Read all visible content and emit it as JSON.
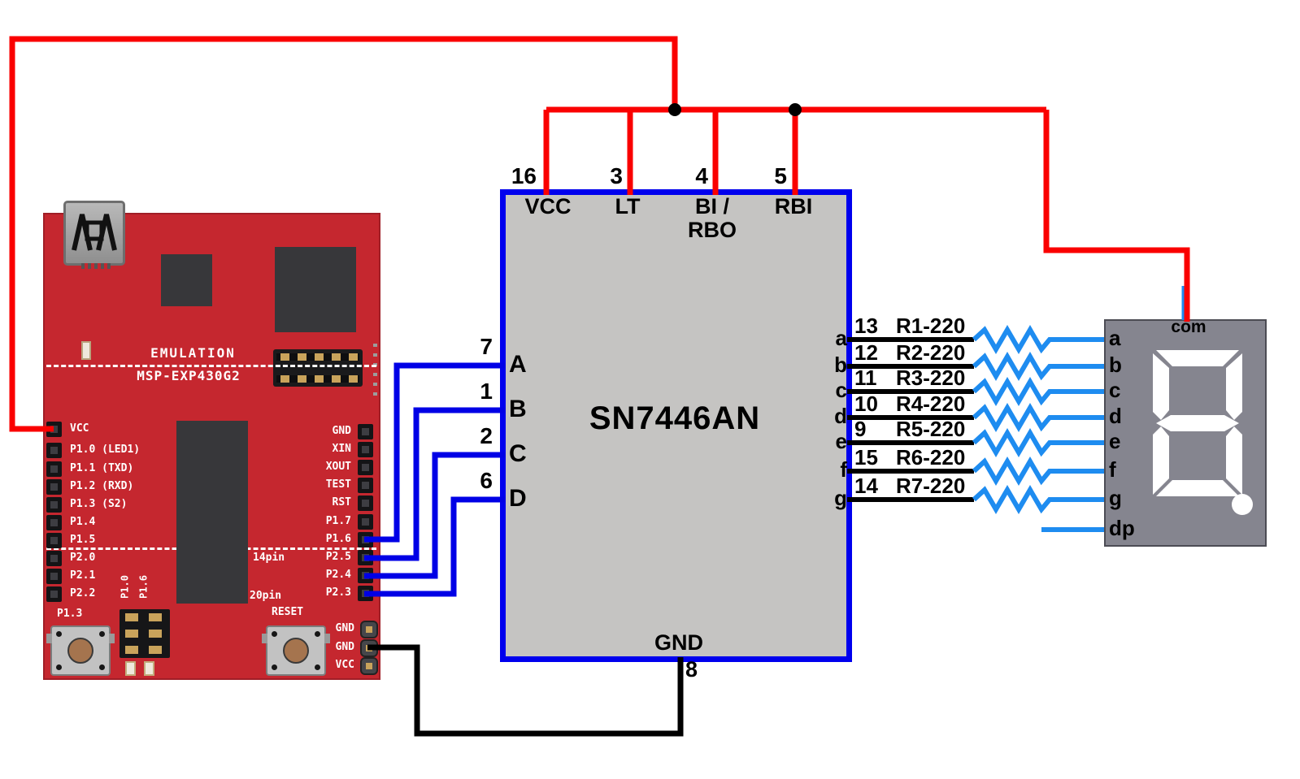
{
  "colors": {
    "board_red": "#c5272f",
    "ic_fill": "#c5c4c2",
    "ic_border": "#0000ee",
    "wire_red": "#fa0000",
    "wire_blue": "#0000e6",
    "wire_black": "#000000",
    "resistor_blue": "#1e8cf0",
    "display_gray": "#85858f",
    "segment_white": "#ffffff"
  },
  "board": {
    "silk_top": "EMULATION",
    "silk_model": "MSP-EXP430G2",
    "left_pins": [
      "VCC",
      "P1.0 (LED1)",
      "P1.1 (TXD)",
      "P1.2 (RXD)",
      "P1.3 (S2)",
      "P1.4",
      "P1.5",
      "P2.0",
      "P2.1",
      "P2.2"
    ],
    "right_pins": [
      "GND",
      "XIN",
      "XOUT",
      "TEST",
      "RST",
      "P1.7",
      "P1.6",
      "P2.5",
      "P2.4",
      "P2.3"
    ],
    "power_pins": [
      "GND",
      "GND",
      "VCC"
    ],
    "size_labels": [
      "14pin",
      "20pin"
    ],
    "jumper_labels": [
      "P1.0",
      "P1.6"
    ],
    "button_labels": [
      "P1.3",
      "RESET"
    ]
  },
  "ic": {
    "part_number": "SN7446AN",
    "top_pins": [
      {
        "num": "16",
        "label": "VCC"
      },
      {
        "num": "3",
        "label": "LT"
      },
      {
        "num": "4",
        "label": "BI /",
        "label2": "RBO"
      },
      {
        "num": "5",
        "label": "RBI"
      }
    ],
    "input_pins": [
      {
        "num": "7",
        "label": "A"
      },
      {
        "num": "1",
        "label": "B"
      },
      {
        "num": "2",
        "label": "C"
      },
      {
        "num": "6",
        "label": "D"
      }
    ],
    "output_pins": [
      {
        "num": "13",
        "label": "a",
        "resistor": "R1-220"
      },
      {
        "num": "12",
        "label": "b",
        "resistor": "R2-220"
      },
      {
        "num": "11",
        "label": "c",
        "resistor": "R3-220"
      },
      {
        "num": "10",
        "label": "d",
        "resistor": "R4-220"
      },
      {
        "num": "9",
        "label": "e",
        "resistor": "R5-220"
      },
      {
        "num": "15",
        "label": "f",
        "resistor": "R6-220"
      },
      {
        "num": "14",
        "label": "g",
        "resistor": "R7-220"
      }
    ],
    "ground_pin": {
      "num": "8",
      "label": "GND"
    }
  },
  "display": {
    "common_label": "com",
    "segment_pins": [
      "a",
      "b",
      "c",
      "d",
      "e",
      "f",
      "g",
      "dp"
    ]
  }
}
